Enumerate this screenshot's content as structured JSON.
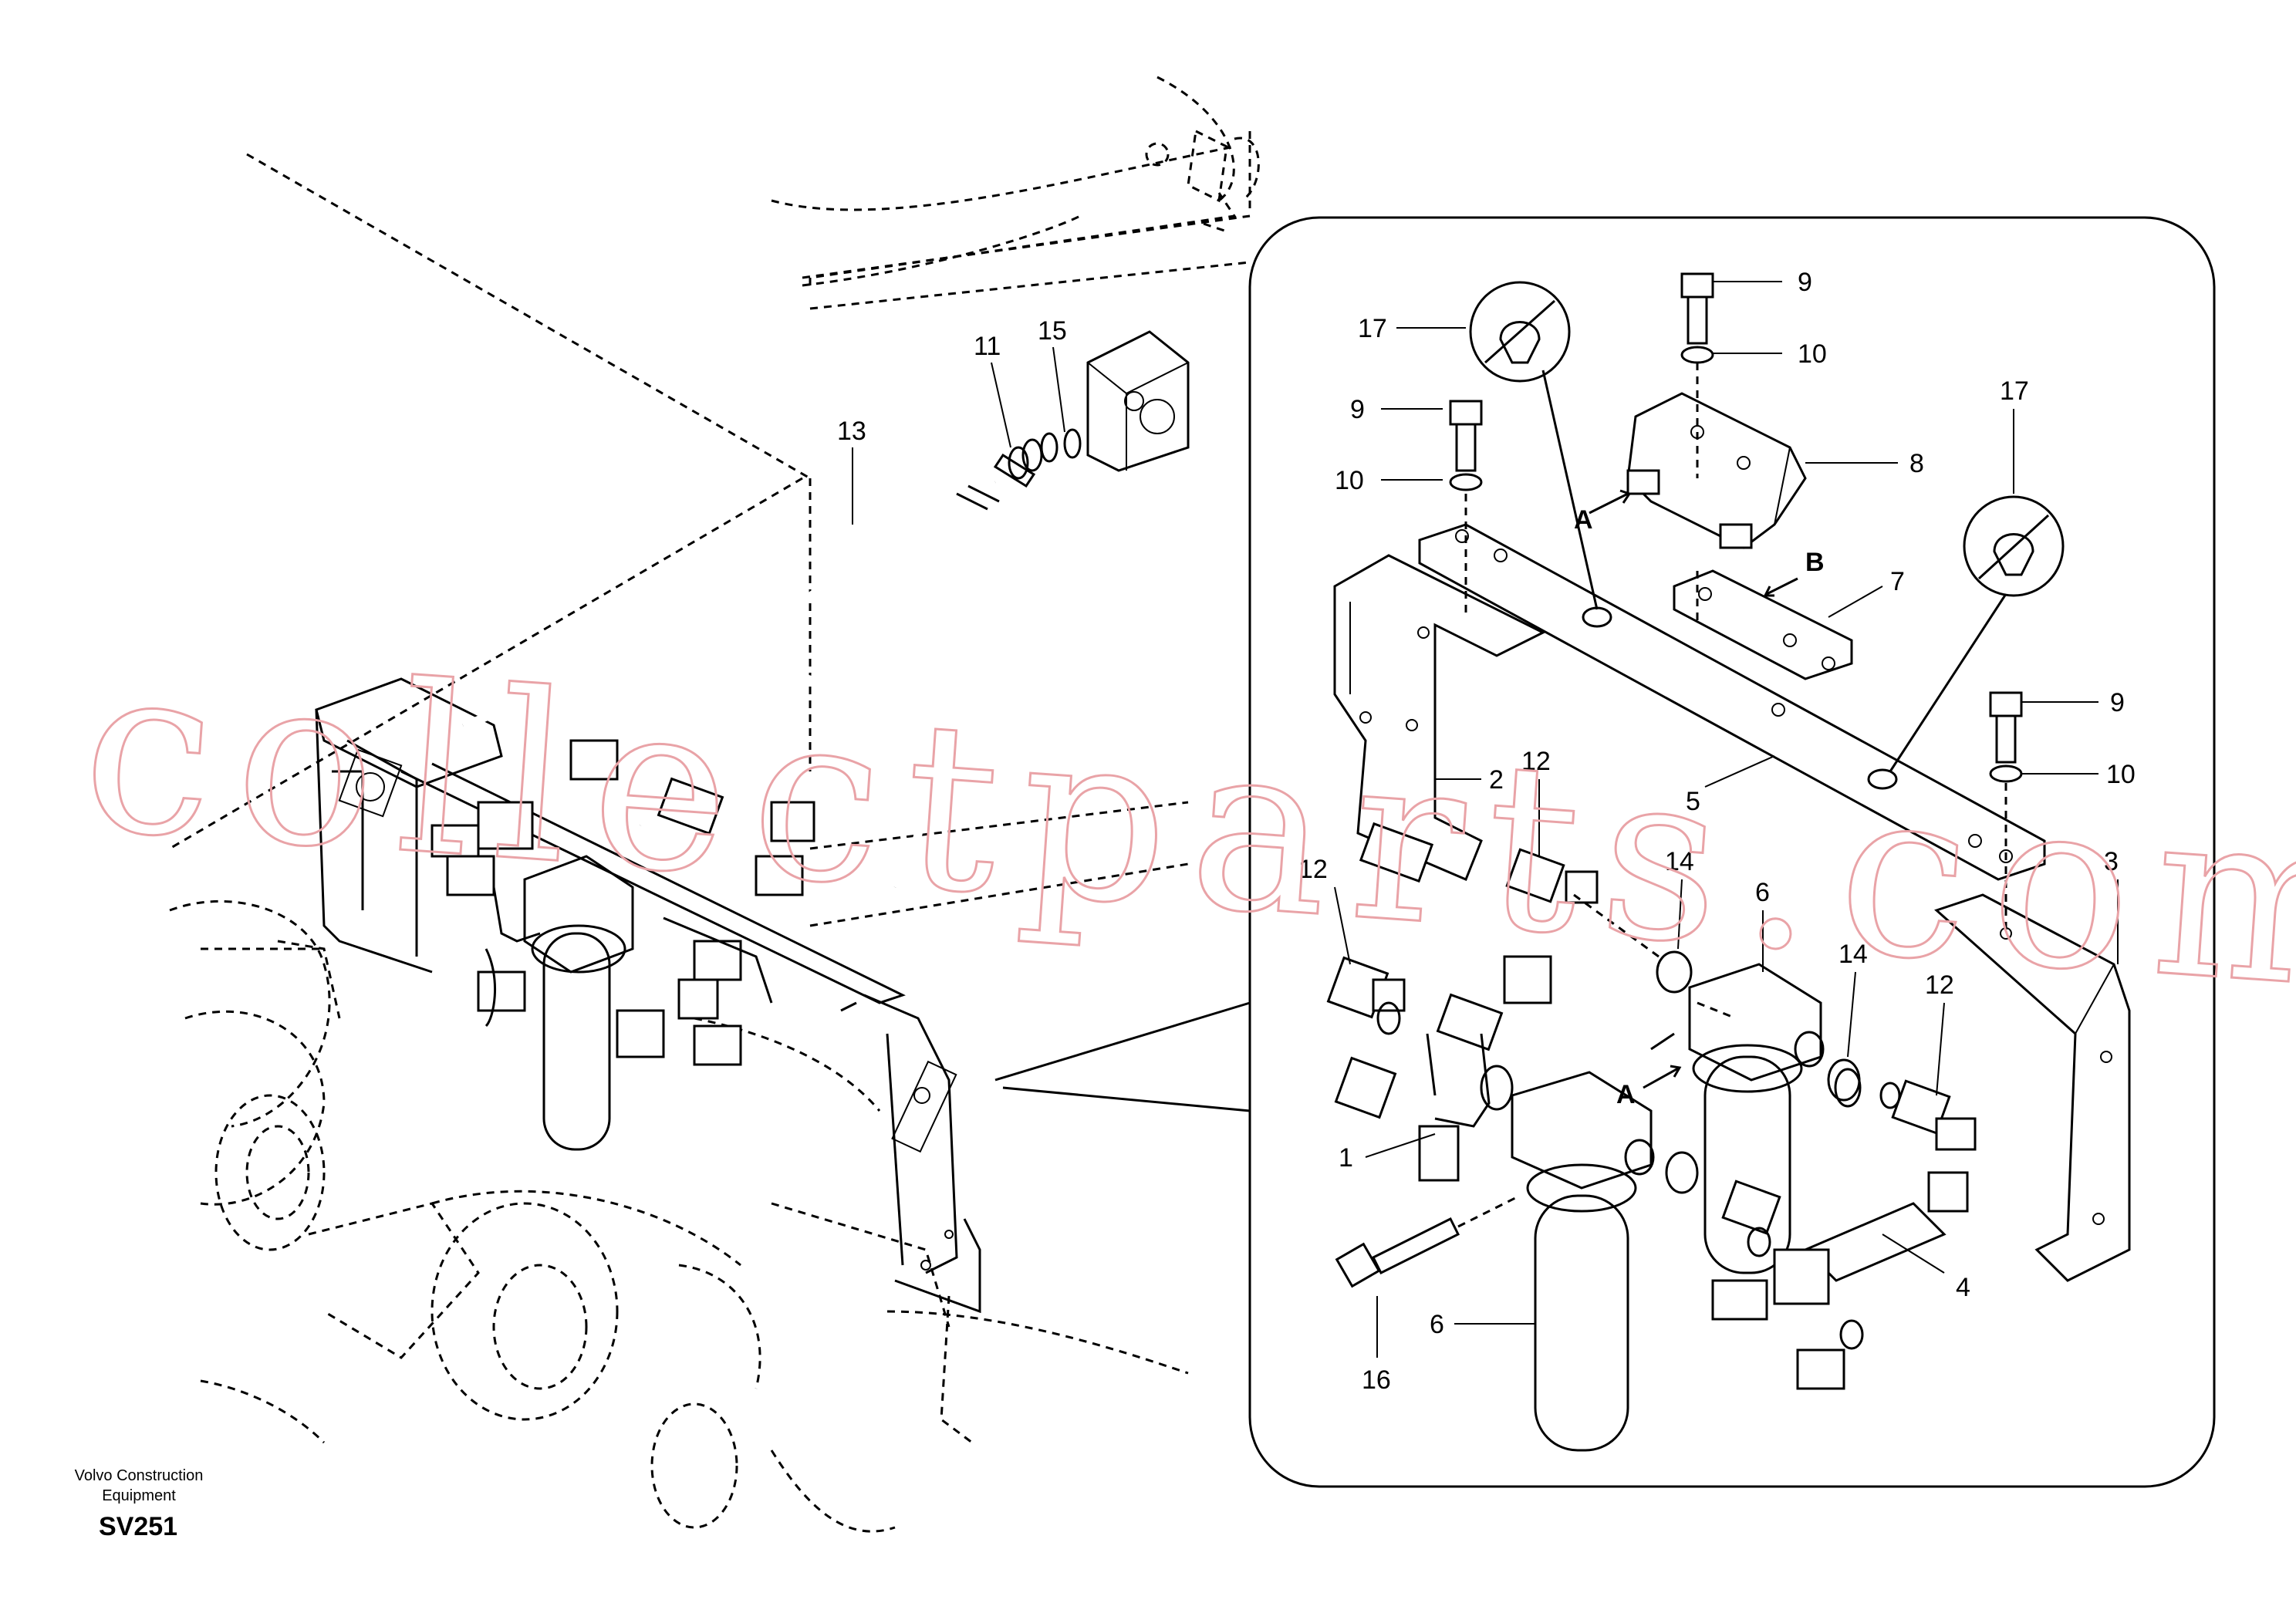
{
  "callouts": {
    "c13": "13",
    "c11": "11",
    "c15": "15",
    "c17a": "17",
    "c9a": "9",
    "c10a": "10",
    "c9b": "9",
    "c10b": "10",
    "c8": "8",
    "c17b": "17",
    "cA1": "A",
    "cB": "B",
    "c7": "7",
    "c9c": "9",
    "c10c": "10",
    "c2": "2",
    "c5": "5",
    "c12a": "12",
    "c12b": "12",
    "c14a": "14",
    "c6a": "6",
    "c3": "3",
    "c14b": "14",
    "c12c": "12",
    "cA2": "A",
    "c1": "1",
    "c4": "4",
    "c16": "16",
    "c6b": "6"
  },
  "credit": {
    "line1": "Volvo Construction",
    "line2": "Equipment"
  },
  "diagram_code": "SV251",
  "watermark": "collectparts.com",
  "colors": {
    "line": "#000000",
    "watermark": "#e9a3a7",
    "background": "#ffffff"
  }
}
